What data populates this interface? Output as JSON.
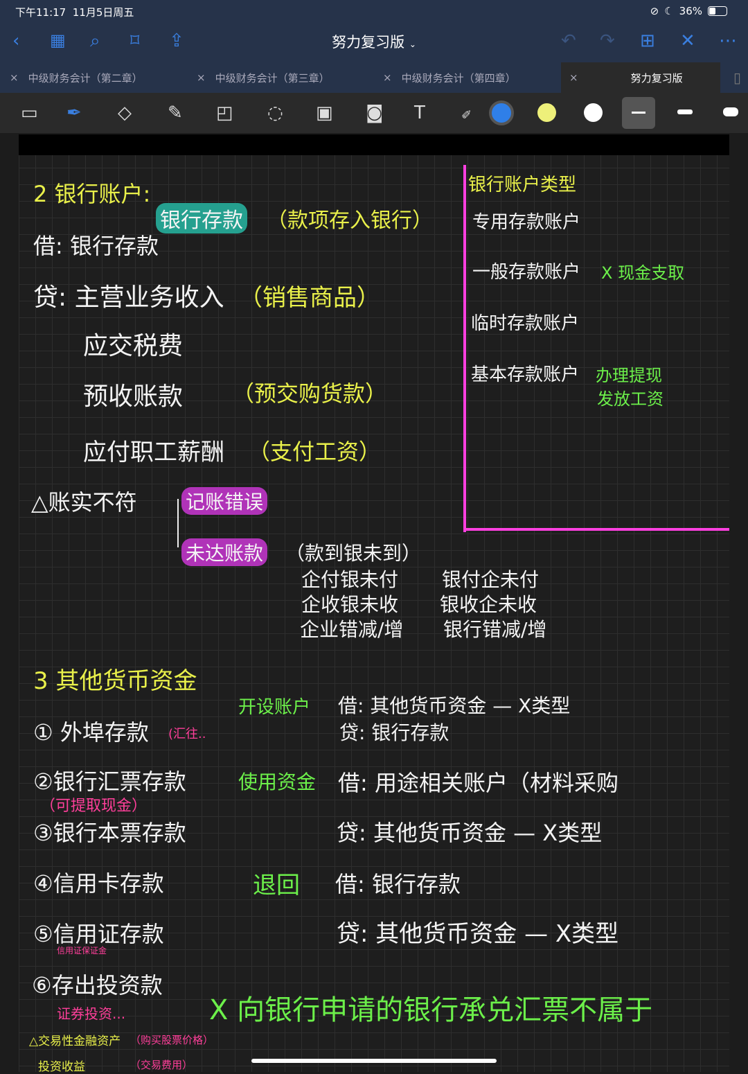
{
  "status_bar": {
    "time": "下午11:17",
    "date": "11月5日周五",
    "battery": "36%"
  },
  "nav": {
    "title": "努力复习版"
  },
  "tabs": [
    {
      "label": "中级财务会计（第二章）"
    },
    {
      "label": "中级财务会计（第三章）"
    },
    {
      "label": "中级财务会计（第四章）"
    },
    {
      "label": "努力复习版",
      "active": true
    }
  ],
  "colors": {
    "accent": "#3a7fe0",
    "green": "#6cf04a",
    "yellow": "#e9f04a",
    "pink": "#ff3f9a",
    "highlight_teal": "#25a08f",
    "highlight_magenta": "#b033b8",
    "divider": "#ff40e0"
  },
  "note": {
    "s2_title": "2 银行账户:",
    "s2_hl": "银行存款",
    "s2_hl_note": "（款项存入银行）",
    "debit": "借: 银行存款",
    "credit": "贷: 主营业务收入",
    "credit_note": "（销售商品）",
    "c2": "应交税费",
    "c3": "预收账款",
    "c3_note": "（预交购货款）",
    "c4": "应付职工薪酬",
    "c4_note": "（支付工资）",
    "mismatch": "△账实不符",
    "m1": "记账错误",
    "m2": "未达账款",
    "m2_note": "（款到银未到）",
    "u1a": "企付银未付",
    "u1b": "银付企未付",
    "u2a": "企收银未收",
    "u2b": "银收企未收",
    "u3a": "企业错减/增",
    "u3b": "银行错减/增",
    "types_title": "银行账户类型",
    "t1": "专用存款账户",
    "t2": "一般存款账户",
    "t2_note": "X 现金支取",
    "t3": "临时存款账户",
    "t4": "基本存款账户",
    "t4_note1": "办理提现",
    "t4_note2": "发放工资",
    "s3_title": "3 其他货币资金",
    "o1": "① 外埠存款",
    "o1_note": "(汇往..",
    "o2": "②银行汇票存款",
    "o2_note": "（可提取现金）",
    "o3": "③银行本票存款",
    "o4": "④信用卡存款",
    "o5": "⑤信用证存款",
    "o5_note": "信用证保证金",
    "o6": "⑥存出投资款",
    "o6_note": "证券投资...",
    "step1": "开设账户",
    "step2": "使用资金",
    "step3": "退回",
    "e1": "借: 其他货币资金 — X类型",
    "e2": "贷: 银行存款",
    "e3": "借: 用途相关账户（材料采购",
    "e4": "贷: 其他货币资金 — X类型",
    "e5": "借: 银行存款",
    "e6": "贷: 其他货币资金 — X类型",
    "notice": "X 向银行申请的银行承兑汇票不属于",
    "f1": "△交易性金融资产",
    "f1_note": "（购买股票价格）",
    "f2": "投资收益",
    "f2_note": "（交易费用）"
  }
}
